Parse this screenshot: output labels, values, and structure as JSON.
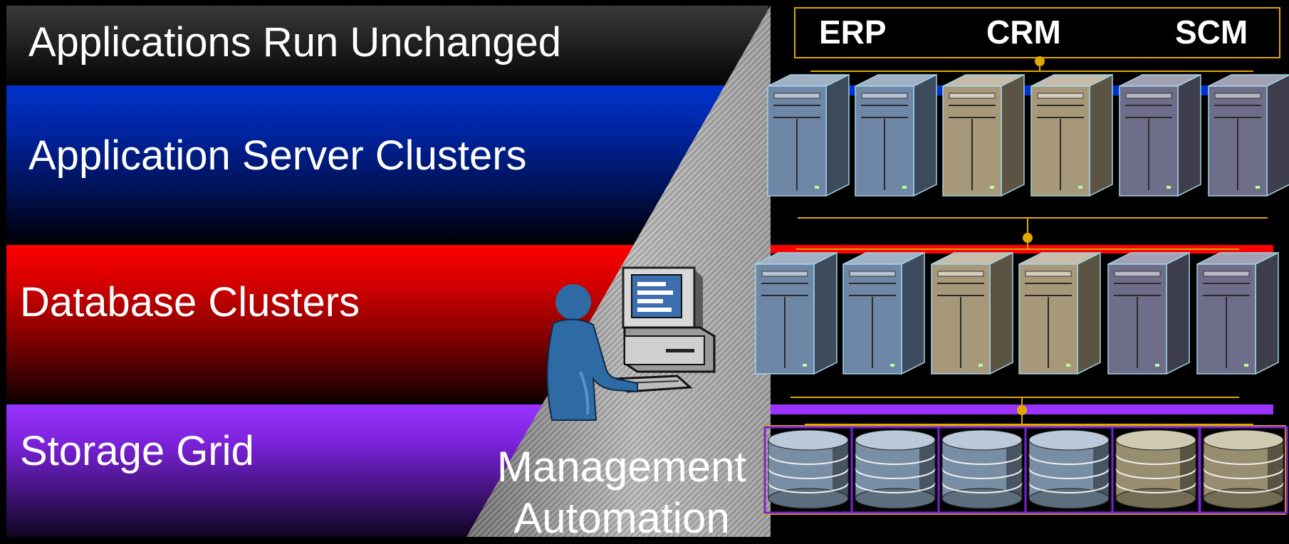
{
  "layers": {
    "apps": "Applications Run Unchanged",
    "app_servers": "Application Server Clusters",
    "databases": "Database Clusters",
    "storage": "Storage Grid"
  },
  "applications": [
    "ERP",
    "CRM",
    "SCM"
  ],
  "management": "Management\nAutomation",
  "colors": {
    "app_band": "#1c1c1c",
    "app_server_band": "#0033cc",
    "database_band": "#ff0000",
    "storage_band": "#9a33ff",
    "connector": "#e0a800",
    "server_blue": "#6f87a6",
    "server_tan": "#a8987a",
    "server_slate": "#6e6e8a"
  },
  "icons": {
    "server": "server-tower-icon",
    "disk": "storage-disk-icon",
    "admin": "admin-at-computer-icon"
  }
}
